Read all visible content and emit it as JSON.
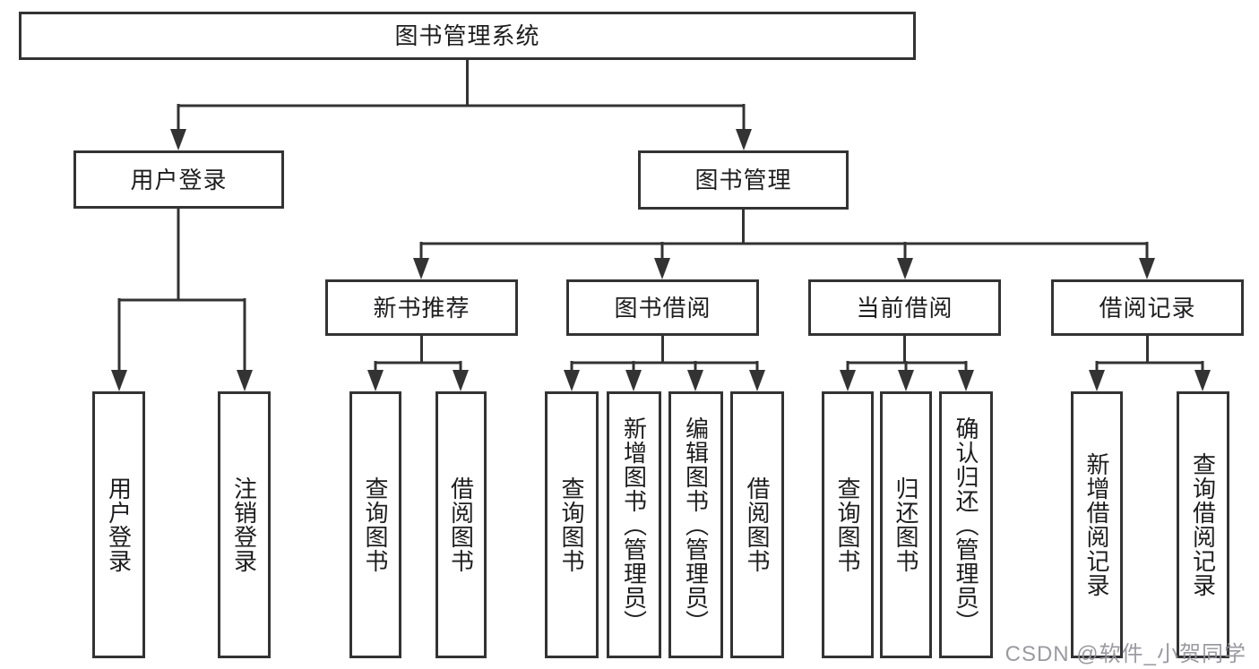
{
  "colors": {
    "line": "#333333",
    "text": "#1d1d1f",
    "background": "#ffffff",
    "watermark": "#919199"
  },
  "tree": {
    "root": "图书管理系统",
    "branches": [
      {
        "label": "用户登录",
        "children": [
          "用户登录",
          "注销登录"
        ]
      },
      {
        "label": "图书管理",
        "children": [
          {
            "label": "新书推荐",
            "children": [
              "查询图书",
              "借阅图书"
            ]
          },
          {
            "label": "图书借阅",
            "children": [
              "查询图书",
              "新增图书（管理员）",
              "编辑图书（管理员）",
              "借阅图书"
            ]
          },
          {
            "label": "当前借阅",
            "children": [
              "查询图书",
              "归还图书",
              "确认归还（管理员）"
            ]
          },
          {
            "label": "借阅记录",
            "children": [
              "新增借阅记录",
              "查询借阅记录"
            ]
          }
        ]
      }
    ]
  },
  "watermark": {
    "text": "CSDN @软件_小贺同学"
  }
}
